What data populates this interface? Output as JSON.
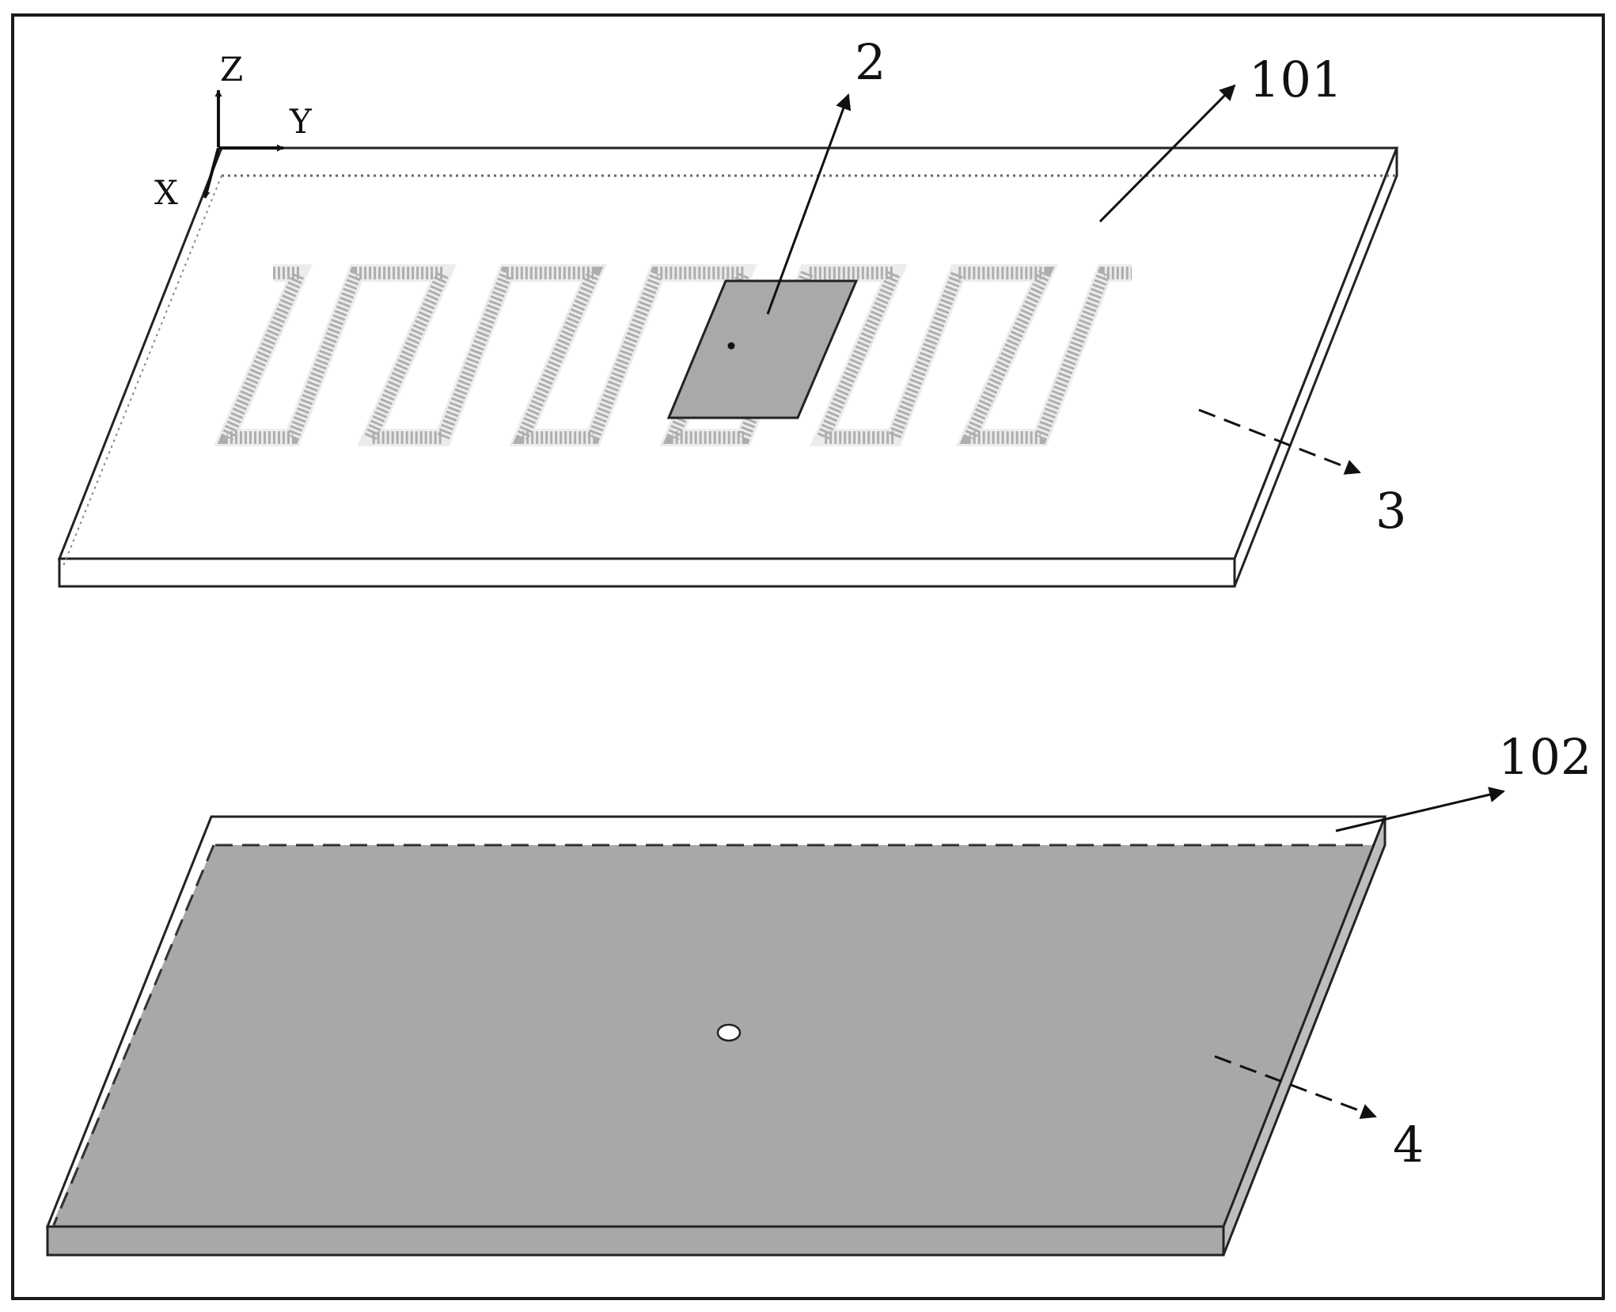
{
  "axes": {
    "z": "Z",
    "y": "Y",
    "x": "X"
  },
  "callouts": {
    "patch": "2",
    "top_substrate": "101",
    "meander_slot": "3",
    "bottom_substrate": "102",
    "ground_plane": "4"
  },
  "colors": {
    "frame": "#1a1a1a",
    "outline": "#222222",
    "patch_fill": "#a9a9a9",
    "slot_dots": "#9a9a9a",
    "ground_fill": "#a8a8a8",
    "background": "#ffffff"
  }
}
